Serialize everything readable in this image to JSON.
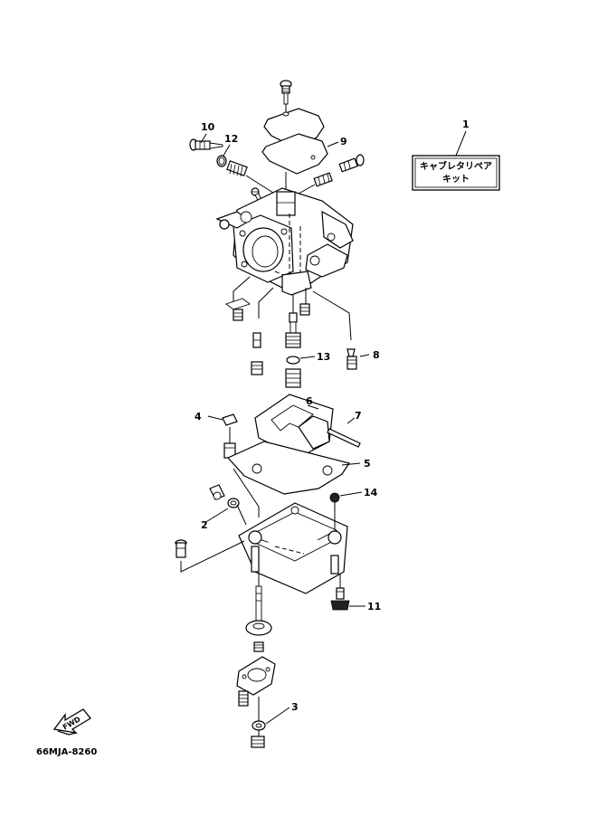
{
  "kit_box": {
    "line1": "キャブレタリペア",
    "line2": "キット"
  },
  "callouts": {
    "c1": "1",
    "c2": "2",
    "c3": "3",
    "c4": "4",
    "c5": "5",
    "c6": "6",
    "c7": "7",
    "c8": "8",
    "c9": "9",
    "c10": "10",
    "c11": "11",
    "c12": "12",
    "c13": "13",
    "c14": "14"
  },
  "drawing_code": "66MJA-8260",
  "fwd_label": "FWD"
}
